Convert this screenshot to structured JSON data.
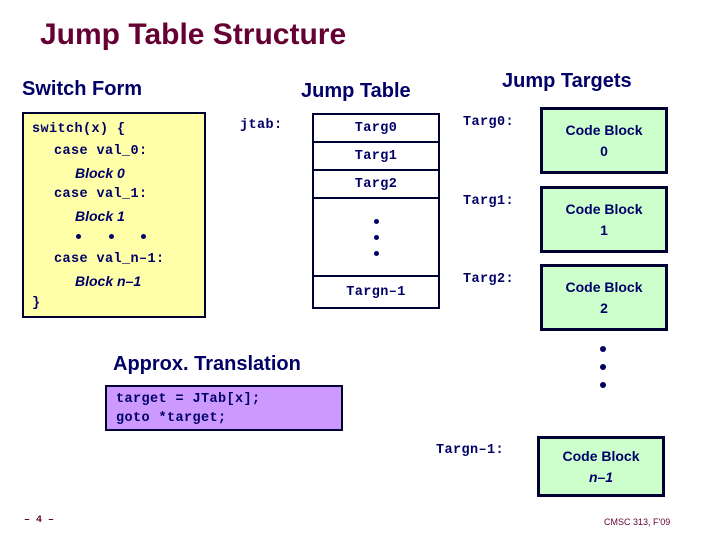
{
  "slide": {
    "title": "Jump Table Structure",
    "headings": {
      "switch_form": "Switch Form",
      "jump_table": "Jump Table",
      "jump_targets": "Jump Targets",
      "approx_translation": "Approx. Translation"
    }
  },
  "switch_form": {
    "line1": "switch(x) {",
    "line2": "case val_0:",
    "block0": "Block 0",
    "line3": "case val_1:",
    "block1": "Block 1",
    "ellipsis": "• • •",
    "line4": "case val_n–1:",
    "block_n": "Block n–1",
    "line5": "}"
  },
  "jump_table": {
    "pointer_label": "jtab:",
    "cells": [
      "Targ0",
      "Targ1",
      "Targ2",
      "• • •",
      "Targn–1"
    ]
  },
  "jump_targets": {
    "entries": [
      {
        "label": "Targ0:",
        "block_title": "Code Block",
        "block_index": "0"
      },
      {
        "label": "Targ1:",
        "block_title": "Code Block",
        "block_index": "1"
      },
      {
        "label": "Targ2:",
        "block_title": "Code Block",
        "block_index": "2"
      },
      {
        "label": "Targn–1:",
        "block_title": "Code Block",
        "block_index": "n–1"
      }
    ],
    "ellipsis": "• • •"
  },
  "translation": {
    "line1": "target = JTab[x];",
    "line2": "goto *target;"
  },
  "footer": {
    "page": "– 4 –",
    "course": "CMSC 313, F'09"
  },
  "colors": {
    "title": "#660033",
    "heading": "#000066",
    "switch_box_bg": "#FFFFAA",
    "codeblock_bg": "#CCFFCC",
    "translation_bg": "#CC99FF",
    "border": "#000033"
  }
}
